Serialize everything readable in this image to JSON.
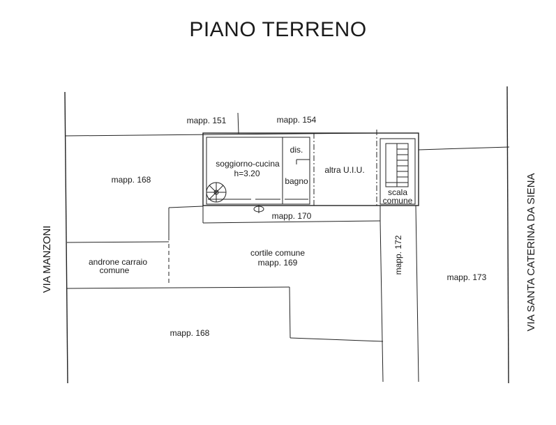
{
  "title": "PIANO TERRENO",
  "streets": {
    "left": "VIA MANZONI",
    "right": "VIA SANTA CATERINA DA SIENA"
  },
  "rooms": {
    "living_kitchen": "soggiorno-cucina",
    "height": "h=3.20",
    "dis": "dis.",
    "bathroom": "bagno",
    "other_unit": "altra U.I.U.",
    "stair_line1": "scala",
    "stair_line2": "comune",
    "passage_line1": "androne carraio",
    "passage_line2": "comune",
    "courtyard_line1": "cortile comune",
    "courtyard_line2": "mapp. 169"
  },
  "parcels": {
    "m151": "mapp. 151",
    "m154": "mapp. 154",
    "m168_top": "mapp. 168",
    "m170": "mapp. 170",
    "m172": "mapp. 172",
    "m173": "mapp. 173",
    "m168_bottom": "mapp. 168"
  }
}
